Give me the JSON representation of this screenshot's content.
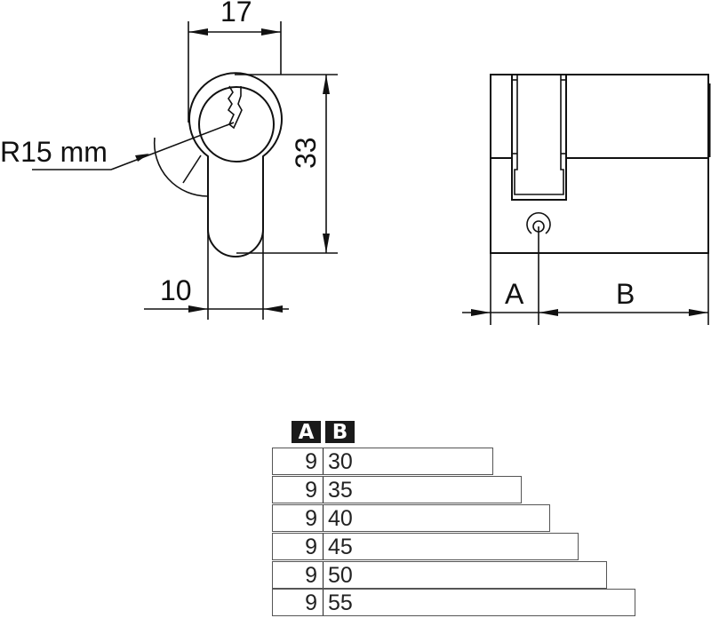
{
  "front_view": {
    "width_label": "17",
    "height_label": "33",
    "bottom_width_label": "10",
    "radius_label": "R15 mm"
  },
  "side_view": {
    "dim_a_label": "A",
    "dim_b_label": "B"
  },
  "table": {
    "headers": [
      "A",
      "B"
    ],
    "rows": [
      {
        "a": "9",
        "b": "30"
      },
      {
        "a": "9",
        "b": "35"
      },
      {
        "a": "9",
        "b": "40"
      },
      {
        "a": "9",
        "b": "45"
      },
      {
        "a": "9",
        "b": "50"
      },
      {
        "a": "9",
        "b": "55"
      }
    ]
  }
}
